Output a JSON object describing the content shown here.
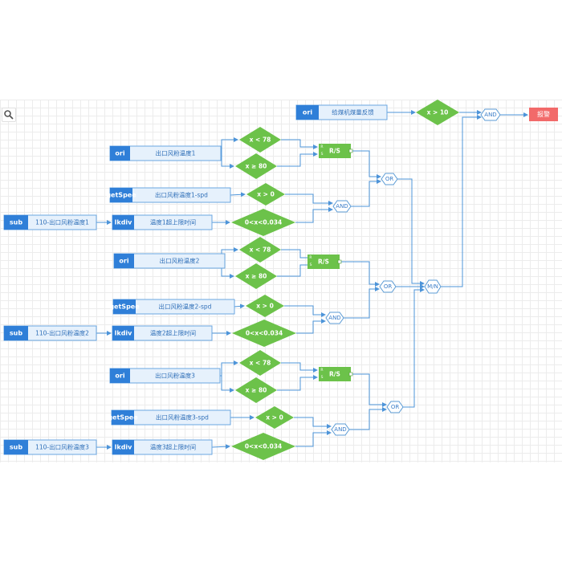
{
  "toolbar": {
    "search_icon": "magnifier-icon"
  },
  "colors": {
    "tag_fill": "#2f7fd8",
    "input_fill": "#e6f1fc",
    "input_stroke": "#6aa6e0",
    "cond_fill": "#6cc24a",
    "rs_fill": "#6cc24a",
    "gate_fill": "#ffffff",
    "gate_stroke": "#5b9bd5",
    "line": "#4d94d9",
    "alarm_fill": "#f26a6a"
  },
  "nodes": {
    "coal_mill": {
      "tag": "ori",
      "label": "给煤机煤量反馈"
    },
    "cond_gt10": {
      "label": "x > 10"
    },
    "and_final": {
      "label": "AND"
    },
    "alarm": {
      "label": "报警"
    },
    "mn": {
      "label": "M/N"
    },
    "groups": [
      {
        "ori": {
          "tag": "ori",
          "label": "出口风粉温度1"
        },
        "lt": {
          "label": "x < 78"
        },
        "ge": {
          "label": "x ≥ 80"
        },
        "rs": {
          "label": "R/S",
          "r": "R",
          "s": "S"
        },
        "speed": {
          "tag": "getSpee",
          "label": "出口风粉温度1-spd"
        },
        "gt0": {
          "label": "x > 0"
        },
        "sub": {
          "tag": "sub",
          "label": "110-出口风粉温度1"
        },
        "lkdiv": {
          "tag": "lkdiv",
          "label": "温度1超上限时间"
        },
        "range": {
          "label": "0<x<0.034"
        },
        "and": {
          "label": "AND"
        },
        "or": {
          "label": "OR"
        }
      },
      {
        "ori": {
          "tag": "ori",
          "label": "出口风粉温度2"
        },
        "lt": {
          "label": "x < 78"
        },
        "ge": {
          "label": "x ≥ 80"
        },
        "rs": {
          "label": "R/S",
          "r": "R",
          "s": "S"
        },
        "speed": {
          "tag": "getSpee",
          "label": "出口风粉温度2-spd"
        },
        "gt0": {
          "label": "x > 0"
        },
        "sub": {
          "tag": "sub",
          "label": "110-出口风粉温度2"
        },
        "lkdiv": {
          "tag": "lkdiv",
          "label": "温度2超上限时间"
        },
        "range": {
          "label": "0<x<0.034"
        },
        "and": {
          "label": "AND"
        },
        "or": {
          "label": "OR"
        }
      },
      {
        "ori": {
          "tag": "ori",
          "label": "出口风粉温度3"
        },
        "lt": {
          "label": "x < 78"
        },
        "ge": {
          "label": "x ≥ 80"
        },
        "rs": {
          "label": "R/S",
          "r": "R",
          "s": "S"
        },
        "speed": {
          "tag": "getSpee",
          "label": "出口风粉温度3-spd"
        },
        "gt0": {
          "label": "x > 0"
        },
        "sub": {
          "tag": "sub",
          "label": "110-出口风粉温度3"
        },
        "lkdiv": {
          "tag": "lkdiv",
          "label": "温度3超上限时间"
        },
        "range": {
          "label": "0<x<0.034"
        },
        "and": {
          "label": "AND"
        },
        "or": {
          "label": "OR"
        }
      }
    ]
  }
}
